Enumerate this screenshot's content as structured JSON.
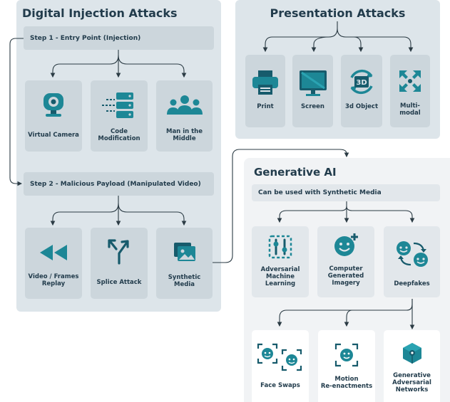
{
  "digital": {
    "title": "Digital Injection Attacks",
    "step1": "Step 1 - Entry Point (Injection)",
    "step2": "Step 2 - Malicious Payload (Manipulated Video)",
    "row1": [
      {
        "label": "Virtual Camera",
        "icon": "webcam-icon"
      },
      {
        "label": "Code\nModification",
        "icon": "code-server-icon"
      },
      {
        "label": "Man in the\nMiddle",
        "icon": "people-group-icon"
      }
    ],
    "row2": [
      {
        "label": "Video / Frames\nReplay",
        "icon": "rewind-icon"
      },
      {
        "label": "Splice Attack",
        "icon": "split-arrows-icon"
      },
      {
        "label": "Synthetic\nMedia",
        "icon": "media-stack-icon"
      }
    ]
  },
  "presentation": {
    "title": "Presentation Attacks",
    "items": [
      {
        "label": "Print",
        "icon": "printer-icon"
      },
      {
        "label": "Screen",
        "icon": "monitor-icon"
      },
      {
        "label": "3d Object",
        "icon": "3d-rotate-icon",
        "glyph": "3D"
      },
      {
        "label": "Multi-\nmodal",
        "icon": "expand-arrows-icon"
      }
    ]
  },
  "generative": {
    "title": "Generative AI",
    "subtitle": "Can be used with Synthetic Media",
    "row1": [
      {
        "label": "Adversarial\nMachine\nLearning",
        "icon": "ml-sliders-icon"
      },
      {
        "label": "Computer\nGenerated\nImagery",
        "icon": "smiley-plus-icon"
      },
      {
        "label": "Deepfakes",
        "icon": "face-swap-icon"
      }
    ],
    "row2": [
      {
        "label": "Face Swaps",
        "icon": "face-scan-pair-icon"
      },
      {
        "label": "Motion\nRe-enactments",
        "icon": "face-scan-icon"
      },
      {
        "label": "Generative\nAdversarial\nNetworks",
        "icon": "cube-network-icon"
      }
    ]
  },
  "colors": {
    "accent": "#1d8796",
    "dark": "#175b6c",
    "panel": "#dde5ea",
    "card": "#ccd6dc",
    "text": "#223c4c"
  }
}
